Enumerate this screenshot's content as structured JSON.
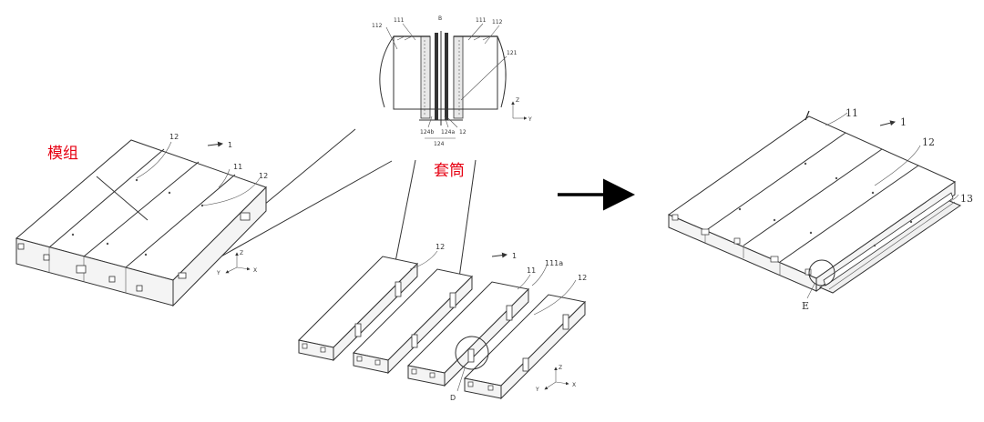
{
  "labels": {
    "module_cn": "模组",
    "sleeve_cn": "套筒"
  },
  "section_view": {
    "title": "B",
    "left": [
      "112",
      "111"
    ],
    "right": [
      "111",
      "112"
    ],
    "right_mid": "121",
    "bottom": [
      "124b",
      "124a",
      "12"
    ],
    "bottom2": "124",
    "axis_z": "Z",
    "axis_y": "Y"
  },
  "left_view": {
    "ref1": "1",
    "ref12a": "12",
    "ref11": "11",
    "ref12b": "12",
    "axis_z": "Z",
    "axis_y": "Y",
    "axis_x": "X"
  },
  "middle_view": {
    "ref1": "1",
    "ref12a": "12",
    "ref11": "11",
    "ref111a": "111a",
    "ref12b": "12",
    "refD": "D",
    "axis_z": "Z",
    "axis_y": "Y",
    "axis_x": "X"
  },
  "right_view": {
    "ref11": "11",
    "ref1": "1",
    "ref12": "12",
    "ref13": "13",
    "refE": "E"
  },
  "colors": {
    "annotation": "#e60012",
    "lines": "#333333",
    "arrow": "#000000"
  }
}
